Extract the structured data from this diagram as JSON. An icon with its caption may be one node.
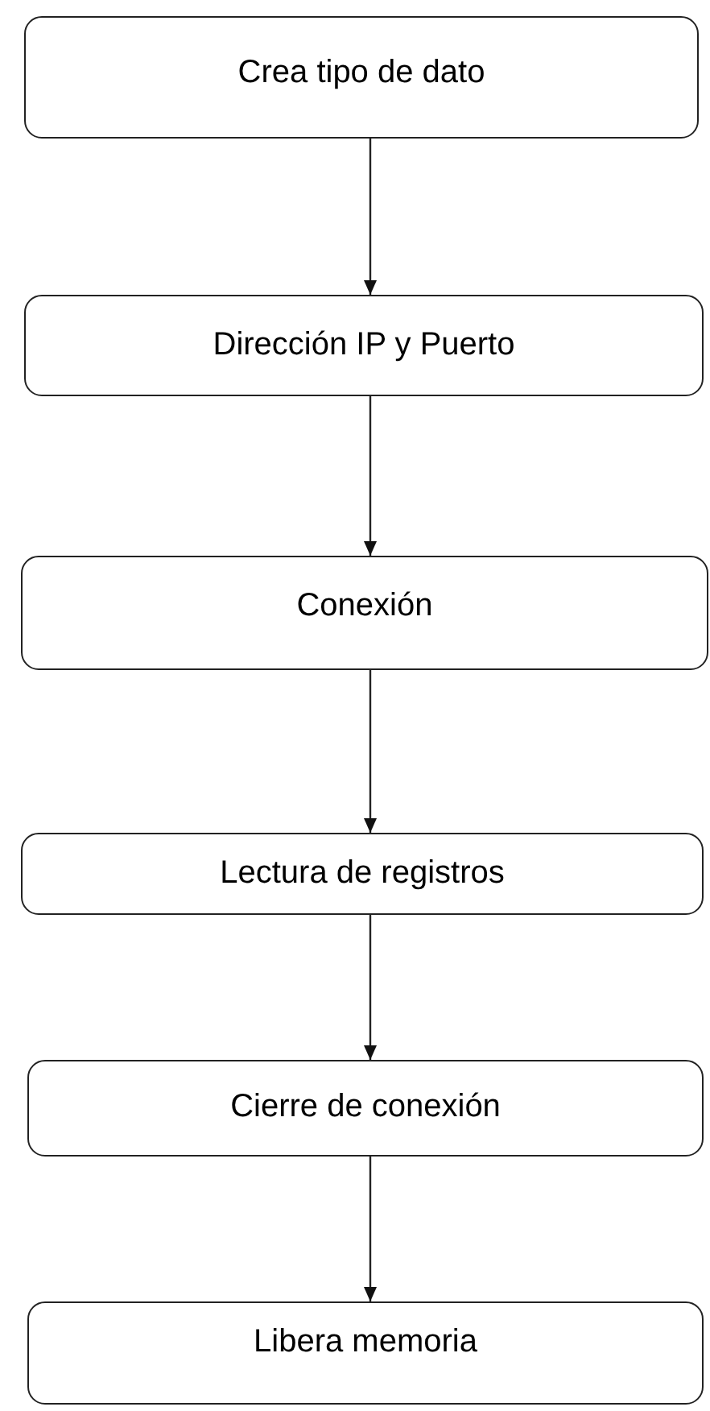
{
  "diagram": {
    "nodes": [
      {
        "text": [
          "Crea tipo de dato"
        ]
      },
      {
        "text": [
          "Dirección IP y Puerto"
        ]
      },
      {
        "text": [
          "Conexión"
        ]
      },
      {
        "text": [
          "Lectura de registros"
        ]
      },
      {
        "text": [
          "Cierre de conexión"
        ]
      },
      {
        "text": [
          "Libera memoria"
        ]
      }
    ],
    "edges": [
      {
        "from": 0,
        "to": 1,
        "arrow": "to"
      },
      {
        "from": 1,
        "to": 2,
        "arrow": "to"
      },
      {
        "from": 2,
        "to": 3,
        "arrow": "to"
      },
      {
        "from": 3,
        "to": 4,
        "arrow": "to"
      },
      {
        "from": 4,
        "to": 5,
        "arrow": "to"
      }
    ]
  }
}
